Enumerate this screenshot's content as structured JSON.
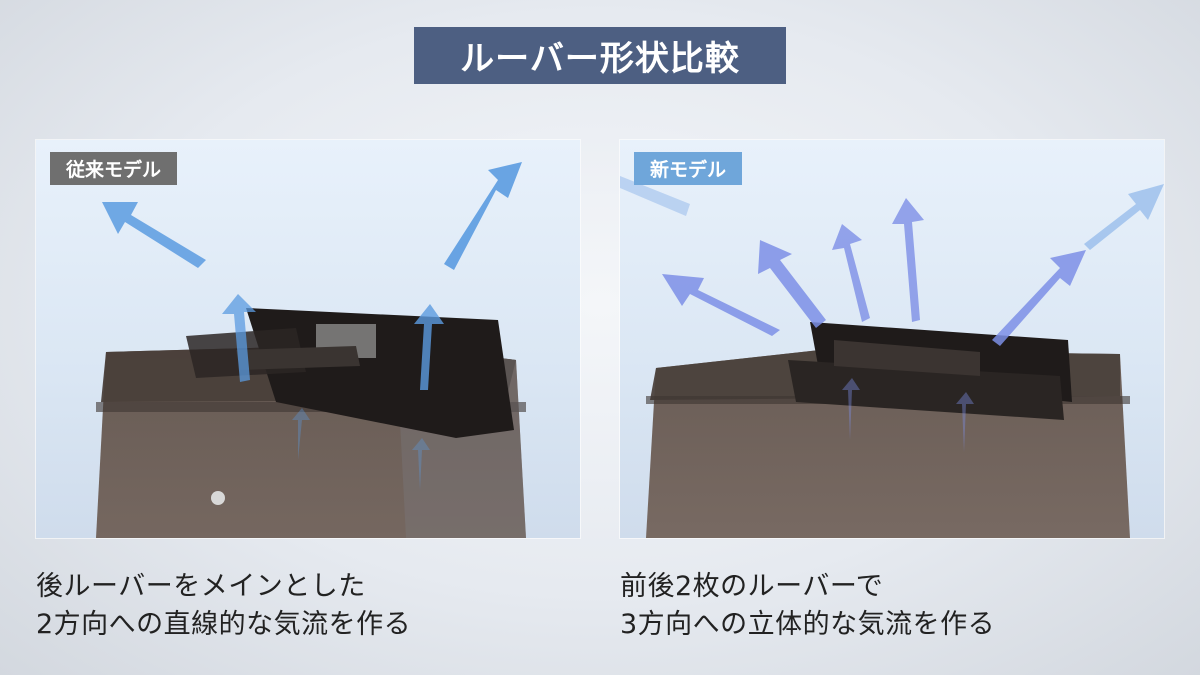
{
  "title": "ルーバー形状比較",
  "panels": {
    "old": {
      "label": "従来モデル",
      "caption_line1": "後ルーバーをメインとした",
      "caption_line2": "2方向への直線的な気流を作る"
    },
    "new": {
      "label": "新モデル",
      "caption_line1": "前後2枚のルーバーで",
      "caption_line2": "3方向への立体的な気流を作る"
    }
  },
  "colors": {
    "title_banner": "#4d5f82",
    "label_old": "#6f6f6f",
    "label_new": "#6fa6da",
    "airflow_old": "#5b9be0",
    "airflow_new": "#7d8fe6"
  }
}
